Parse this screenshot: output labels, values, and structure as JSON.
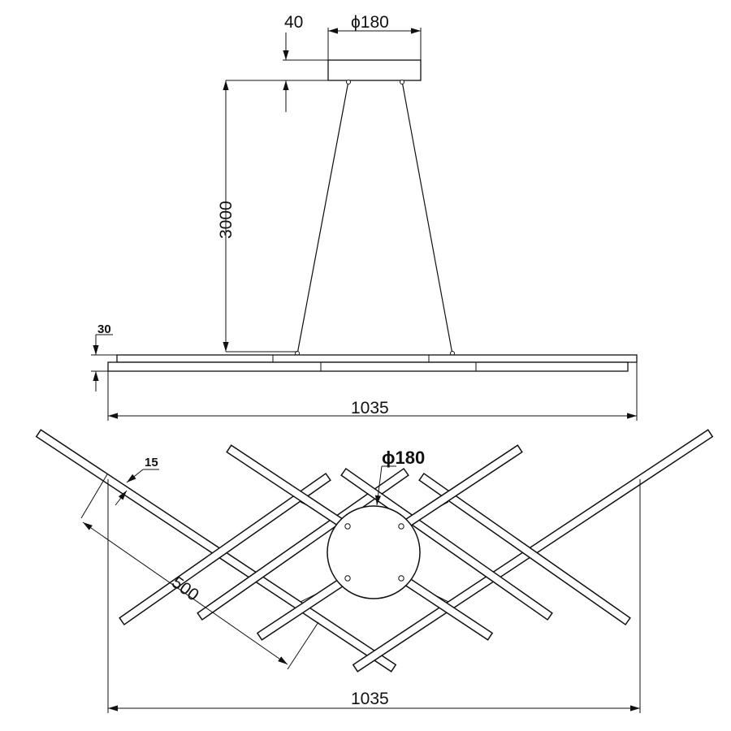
{
  "side_view": {
    "canopy_height": "40",
    "canopy_diameter": "ϕ180",
    "suspension_length": "3000",
    "fixture_thickness": "30",
    "overall_width": "1035"
  },
  "top_view": {
    "canopy_diameter": "ϕ180",
    "bar_width": "15",
    "bar_length": "500",
    "overall_width": "1035"
  }
}
